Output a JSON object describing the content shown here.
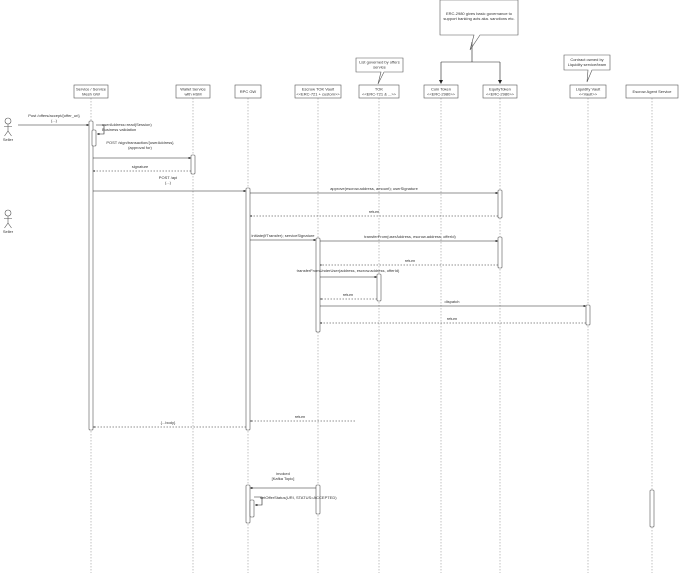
{
  "actors": [
    {
      "id": "seller1",
      "label": "Seller"
    },
    {
      "id": "seller2",
      "label": "Seller"
    }
  ],
  "participants": [
    {
      "id": "svc",
      "lines": [
        "Service / Service",
        "Mesh GW"
      ]
    },
    {
      "id": "wallet",
      "lines": [
        "Wallet Service",
        "with HSM"
      ]
    },
    {
      "id": "rpc",
      "lines": [
        "RPC GW"
      ]
    },
    {
      "id": "escrow",
      "lines": [
        "Escrow TOK Vault",
        "<<ERC-721 + custom>>"
      ]
    },
    {
      "id": "tok",
      "lines": [
        "TOK",
        "<<ERC-721 & ...>>"
      ]
    },
    {
      "id": "coin",
      "lines": [
        "Coin Token",
        "<<ERC-2980>>"
      ]
    },
    {
      "id": "equity",
      "lines": [
        "EquityToken",
        "<<ERC-2980>>"
      ]
    },
    {
      "id": "liq",
      "lines": [
        "Liquidity Vault",
        "<<Vault>>"
      ]
    },
    {
      "id": "agent",
      "lines": [
        "Escrow Agent Service"
      ]
    }
  ],
  "notes": [
    {
      "id": "erc2980-note",
      "lines": [
        "ERC-2980 gives basic governance to",
        "support banking acts aka. sanctions etc."
      ]
    },
    {
      "id": "tok-note",
      "lines": [
        "List governed by offers",
        "service"
      ]
    },
    {
      "id": "liq-note",
      "lines": [
        "Contract owned by",
        "Liquidity service/team"
      ]
    }
  ],
  "messages": [
    {
      "lines": [
        "Post /offers/accept/{offer_uri}",
        "(...)"
      ],
      "style": "solid"
    },
    {
      "lines": [
        "userAddress=read(Session)",
        "Business validation"
      ],
      "style": "self"
    },
    {
      "lines": [
        "POST /sign/transaction/{userAddress}",
        "(approval for)"
      ],
      "style": "solid"
    },
    {
      "lines": [
        "signature"
      ],
      "style": "dashed"
    },
    {
      "lines": [
        "POST /api",
        "(...)"
      ],
      "style": "solid"
    },
    {
      "lines": [
        "approve(escrow.address, amount); userSignature"
      ],
      "style": "solid"
    },
    {
      "lines": [
        "return"
      ],
      "style": "dashed"
    },
    {
      "lines": [
        "initiate(ifTransfer); serviceSignature"
      ],
      "style": "solid"
    },
    {
      "lines": [
        "transferFrom(userAddress, escrow.address, offerId)"
      ],
      "style": "solid"
    },
    {
      "lines": [
        "return"
      ],
      "style": "dashed"
    },
    {
      "lines": [
        "transferFromUnderUser(address, escrow.address, offerId)"
      ],
      "style": "solid"
    },
    {
      "lines": [
        "return"
      ],
      "style": "dashed"
    },
    {
      "lines": [
        "dispatch"
      ],
      "style": "solid"
    },
    {
      "lines": [
        "return"
      ],
      "style": "dashed"
    },
    {
      "lines": [
        "return"
      ],
      "style": "dashed"
    },
    {
      "lines": [
        "{...body}"
      ],
      "style": "dashed"
    },
    {
      "lines": [
        "invoked",
        "[Kafka Topic]"
      ],
      "style": "solid"
    },
    {
      "lines": [
        "setOfferStatus(URI, STATUS=ACCEPTED)"
      ],
      "style": "self"
    }
  ],
  "colors": {
    "line": "#555555",
    "lifeline": "#999999",
    "box": "#ffffff",
    "text": "#333333"
  }
}
